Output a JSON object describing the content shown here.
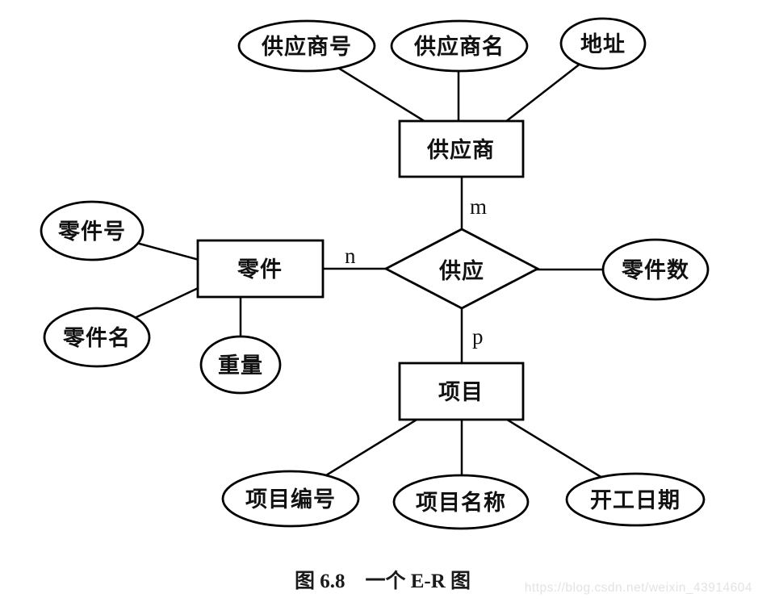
{
  "diagram": {
    "entities": {
      "supplier": "供应商",
      "part": "零件",
      "project": "项目"
    },
    "relationship": "供应",
    "supplier_attrs": {
      "no": "供应商号",
      "name": "供应商名",
      "address": "地址"
    },
    "part_attrs": {
      "no": "零件号",
      "name": "零件名",
      "weight": "重量"
    },
    "rel_attrs": {
      "part_count": "零件数"
    },
    "project_attrs": {
      "no": "项目编号",
      "name": "项目名称",
      "start_date": "开工日期"
    },
    "cardinality": {
      "supplier": "m",
      "part": "n",
      "project": "p"
    }
  },
  "caption": {
    "text": "图 6.8　一个 E-R 图"
  },
  "watermark": {
    "text": "https://blog.csdn.net/weixin_43914604"
  },
  "colors": {
    "stroke": "#000000",
    "shape_fill": "#ffffff",
    "text": "#111111",
    "watermark": "#e3e3e3"
  }
}
